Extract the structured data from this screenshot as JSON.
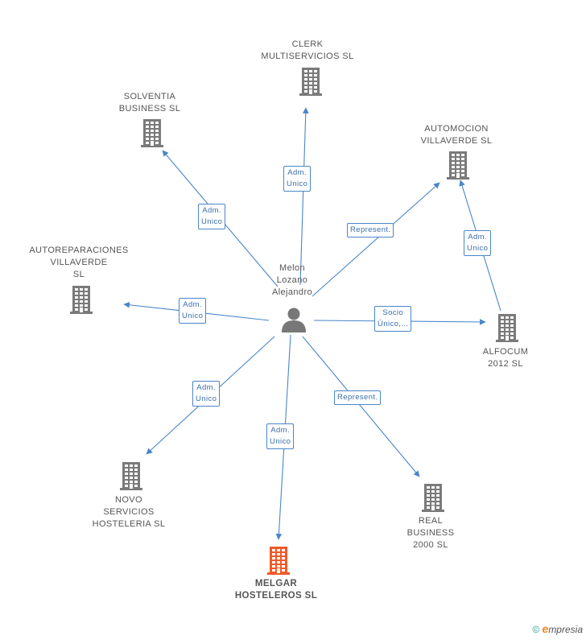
{
  "center": {
    "name_lines": [
      "Melon",
      "Lozano",
      "Alejandro"
    ]
  },
  "nodes": [
    {
      "id": "clerk",
      "lines": [
        "CLERK",
        "MULTISERVICIOS SL"
      ],
      "focus": false
    },
    {
      "id": "solventia",
      "lines": [
        "SOLVENTIA",
        "BUSINESS SL"
      ],
      "focus": false
    },
    {
      "id": "automocion",
      "lines": [
        "AUTOMOCION",
        "VILLAVERDE SL"
      ],
      "focus": false
    },
    {
      "id": "autoreparaciones",
      "lines": [
        "AUTOREPARACIONES",
        "VILLAVERDE",
        "SL"
      ],
      "focus": false
    },
    {
      "id": "alfocum",
      "lines": [
        "ALFOCUM",
        "2012 SL"
      ],
      "focus": false
    },
    {
      "id": "novo",
      "lines": [
        "NOVO",
        "SERVICIOS",
        "HOSTELERIA SL"
      ],
      "focus": false
    },
    {
      "id": "melgar",
      "lines": [
        "MELGAR",
        "HOSTELEROS SL"
      ],
      "focus": true
    },
    {
      "id": "real",
      "lines": [
        "REAL",
        "BUSINESS",
        "2000  SL"
      ],
      "focus": false
    }
  ],
  "edges": [
    {
      "id": "to-clerk",
      "label_lines": [
        "Adm.",
        "Unico"
      ]
    },
    {
      "id": "to-solventia",
      "label_lines": [
        "Adm.",
        "Unico"
      ]
    },
    {
      "id": "to-automocion",
      "label_lines": [
        "Represent."
      ]
    },
    {
      "id": "alfocum-to-automocion",
      "label_lines": [
        "Adm.",
        "Unico"
      ]
    },
    {
      "id": "to-autoreparaciones",
      "label_lines": [
        "Adm.",
        "Unico"
      ]
    },
    {
      "id": "to-alfocum",
      "label_lines": [
        "Socio",
        "Único,..."
      ]
    },
    {
      "id": "to-novo",
      "label_lines": [
        "Adm.",
        "Unico"
      ]
    },
    {
      "id": "to-melgar",
      "label_lines": [
        "Adm.",
        "Unico"
      ]
    },
    {
      "id": "to-real",
      "label_lines": [
        "Represent."
      ]
    }
  ],
  "colors": {
    "edge": "#4a86c8",
    "building": "#7a7a7a",
    "building_focus": "#f05a28",
    "person": "#777777"
  },
  "footer": {
    "copyright_symbol": "©",
    "brand_initial": "e",
    "brand_rest": "mpresia"
  }
}
